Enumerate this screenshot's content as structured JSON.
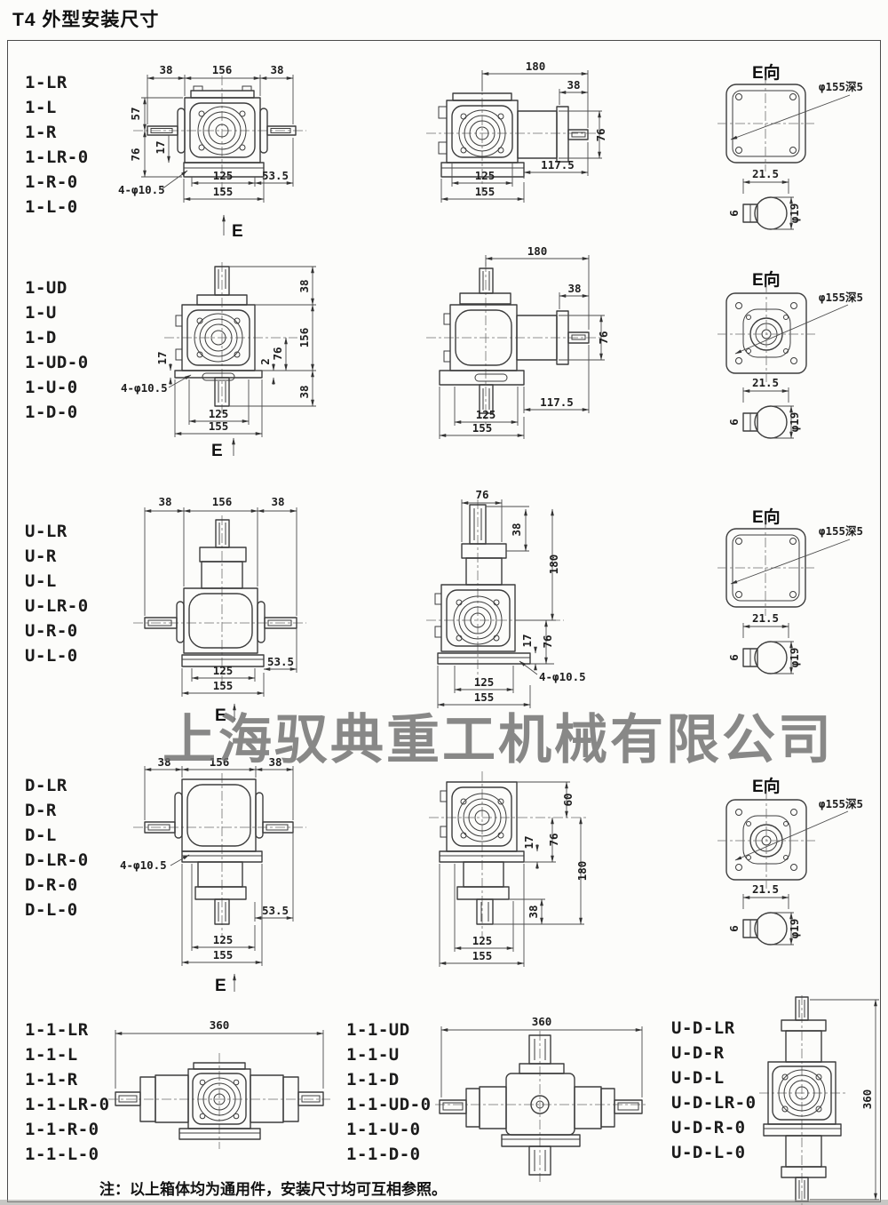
{
  "page": {
    "title": "T4 外型安装尺寸",
    "note": "注：以上箱体均为通用件，安装尺寸均可互相参照。",
    "watermark": "上海驭典重工机械有限公司"
  },
  "labels": {
    "e": "E",
    "e_view": "E向"
  },
  "dims": {
    "d2": "2",
    "d6": "6",
    "d17": "17",
    "d21_5": "21.5",
    "d38": "38",
    "d53_5": "53.5",
    "d57": "57",
    "d60": "60",
    "d76": "76",
    "d117_5": "117.5",
    "d125": "125",
    "d155": "155",
    "d156": "156",
    "d180": "180",
    "d360": "360",
    "phi19": "φ19",
    "bolt_holes": "4-φ10.5",
    "recess": "φ155深5"
  },
  "groups": [
    {
      "models": [
        "1-LR",
        "1-L",
        "1-R",
        "1-LR-0",
        "1-R-0",
        "1-L-0"
      ]
    },
    {
      "models": [
        "1-UD",
        "1-U",
        "1-D",
        "1-UD-0",
        "1-U-0",
        "1-D-0"
      ]
    },
    {
      "models": [
        "U-LR",
        "U-R",
        "U-L",
        "U-LR-0",
        "U-R-0",
        "U-L-0"
      ]
    },
    {
      "models": [
        "D-LR",
        "D-R",
        "D-L",
        "D-LR-0",
        "D-R-0",
        "D-L-0"
      ]
    },
    {
      "models": [
        "1-1-LR",
        "1-1-L",
        "1-1-R",
        "1-1-LR-0",
        "1-1-R-0",
        "1-1-L-0"
      ]
    },
    {
      "models": [
        "1-1-UD",
        "1-1-U",
        "1-1-D",
        "1-1-UD-0",
        "1-1-U-0",
        "1-1-D-0"
      ]
    },
    {
      "models": [
        "U-D-LR",
        "U-D-R",
        "U-D-L",
        "U-D-LR-0",
        "U-D-R-0",
        "U-D-L-0"
      ]
    }
  ]
}
